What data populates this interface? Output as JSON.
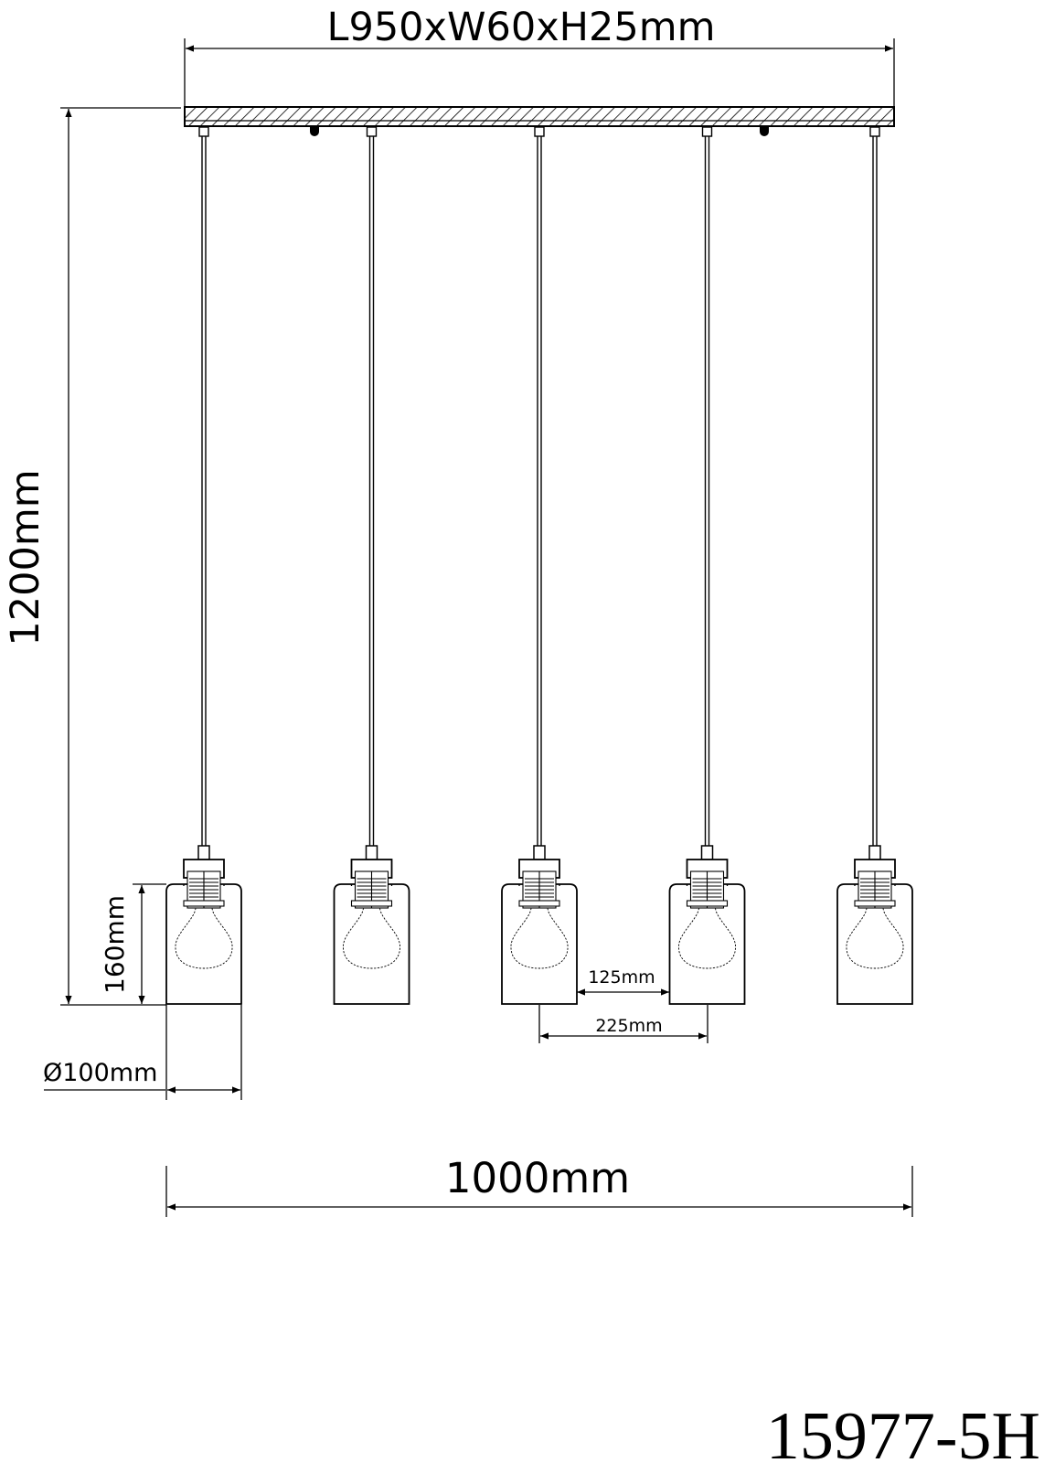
{
  "dimensions": {
    "canopy": "L950xW60xH25mm",
    "drop_height": "1200mm",
    "shade_height": "160mm",
    "shade_diameter": "Ø100mm",
    "gap": "125mm",
    "spacing": "225mm",
    "overall_length": "1000mm"
  },
  "model_number": "15977-5H",
  "pendant_count": 5,
  "colors": {
    "line": "#000000",
    "background": "#ffffff"
  }
}
